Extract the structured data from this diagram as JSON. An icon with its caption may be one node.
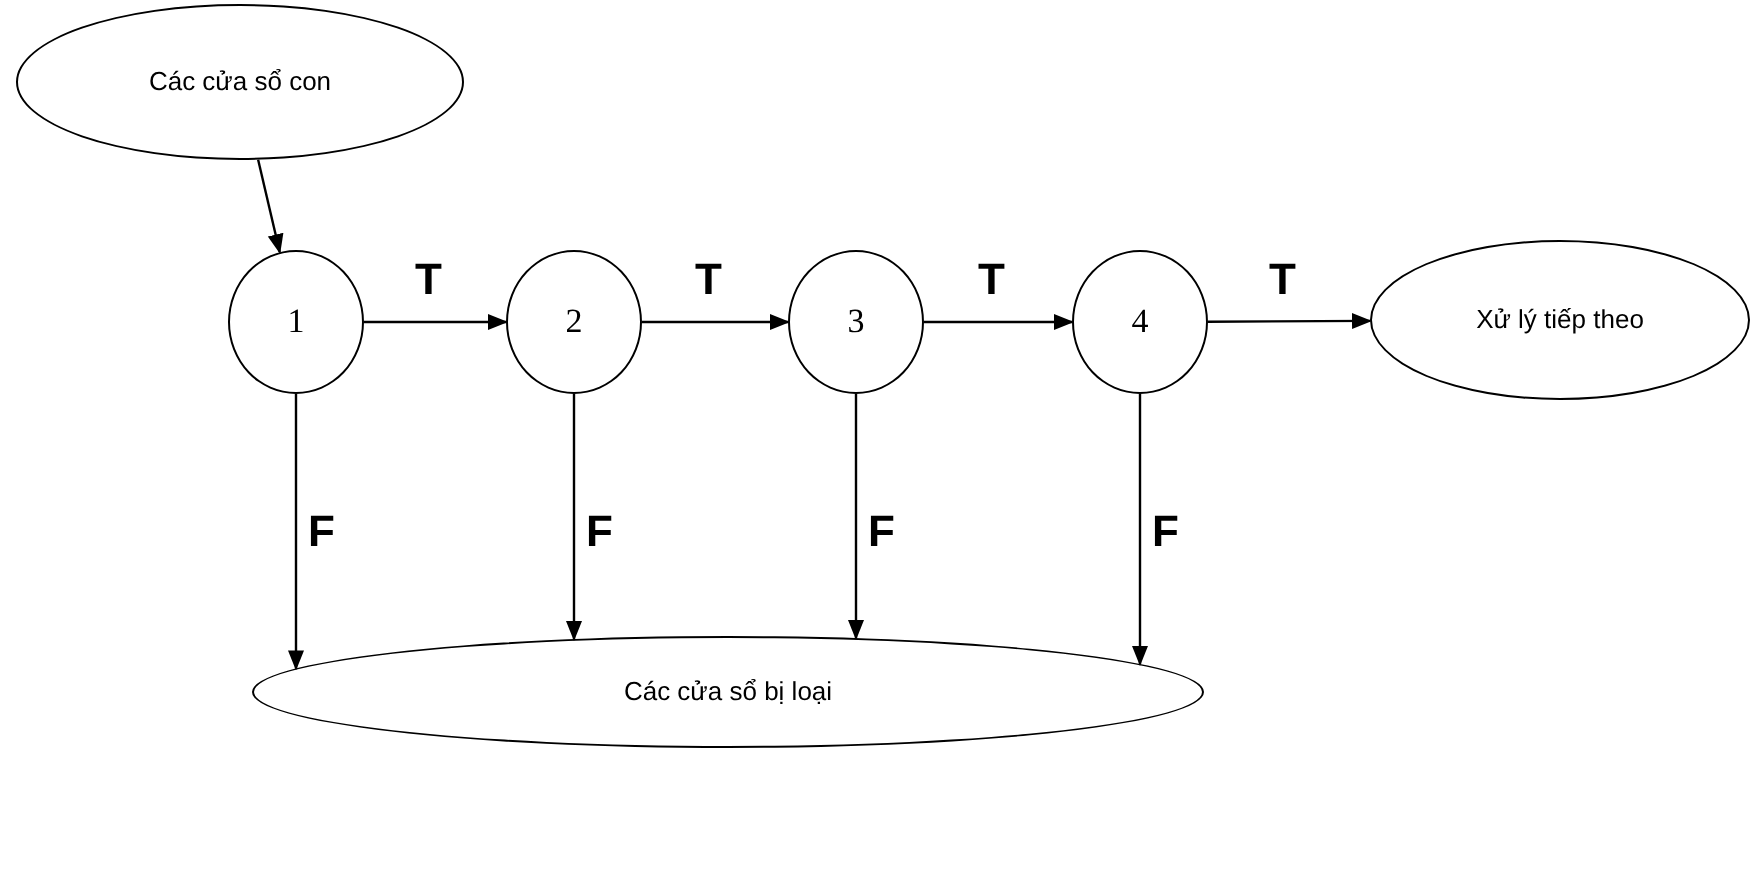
{
  "diagram": {
    "nodes": [
      {
        "text": [
          "Các cửa sổ con"
        ]
      },
      {
        "text": [
          "1"
        ]
      },
      {
        "text": [
          "2"
        ]
      },
      {
        "text": [
          "3"
        ]
      },
      {
        "text": [
          "4"
        ]
      },
      {
        "text": [
          "Xử lý tiếp theo"
        ]
      },
      {
        "text": [
          "Các cửa sổ bị loại"
        ]
      }
    ],
    "edges": [
      {
        "from": 0,
        "to": 1,
        "arrow": "to"
      },
      {
        "from": 1,
        "to": 2,
        "arrow": "to",
        "label": "T"
      },
      {
        "from": 2,
        "to": 3,
        "arrow": "to",
        "label": "T"
      },
      {
        "from": 3,
        "to": 4,
        "arrow": "to",
        "label": "T"
      },
      {
        "from": 4,
        "to": 5,
        "arrow": "to",
        "label": "T"
      },
      {
        "from": 1,
        "to": 6,
        "arrow": "to",
        "label": "F"
      },
      {
        "from": 2,
        "to": 6,
        "arrow": "to",
        "label": "F"
      },
      {
        "from": 3,
        "to": 6,
        "arrow": "to",
        "label": "F"
      },
      {
        "from": 4,
        "to": 6,
        "arrow": "to",
        "label": "F"
      }
    ]
  }
}
